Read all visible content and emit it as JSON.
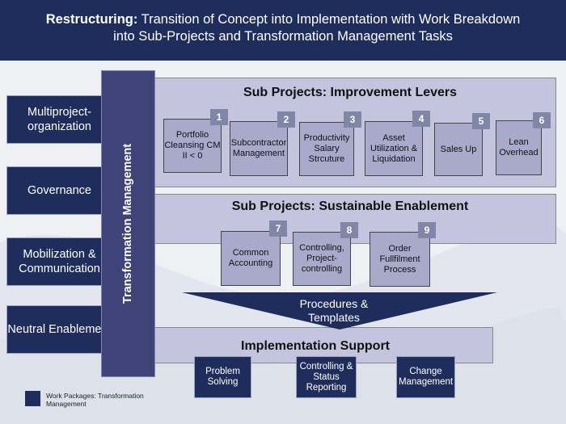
{
  "header": {
    "title_bold": "Restructuring:",
    "title_rest": "Transition of Concept into Implementation with Work Breakdown",
    "title_line2": "into Sub-Projects and Transformation Management Tasks"
  },
  "side_boxes": [
    "Multiproject-organization",
    "Governance",
    "Mobilization & Communication",
    "Neutral Enablement"
  ],
  "transformation_bar": "Transformation Management",
  "improvement": {
    "title": "Sub Projects: Improvement Levers",
    "levers": [
      {
        "num": "1",
        "label": "Portfolio Cleansing CM II < 0"
      },
      {
        "num": "2",
        "label": "Subcontractor Management"
      },
      {
        "num": "3",
        "label": "Productivity Salary Strcuture"
      },
      {
        "num": "4",
        "label": "Asset Utilization & Liquidation"
      },
      {
        "num": "5",
        "label": "Sales Up"
      },
      {
        "num": "6",
        "label": "Lean Overhead"
      }
    ]
  },
  "enablement": {
    "title": "Sub Projects: Sustainable Enablement",
    "items": [
      {
        "num": "7",
        "label": "Common Accounting"
      },
      {
        "num": "8",
        "label": "Controlling, Project-controlling"
      },
      {
        "num": "9",
        "label": "Order Fullfilment Process"
      }
    ]
  },
  "funnel_label": "Procedures & Templates",
  "implementation": {
    "title": "Implementation Support",
    "packages": [
      "Problem Solving",
      "Controlling & Status Reporting",
      "Change Management"
    ]
  },
  "legend": "Work Packages: Transformation Management",
  "colors": {
    "navy": "#1f2d5c",
    "band": "#c4c4de",
    "lever": "#a9a9cc",
    "number": "#7f86a6",
    "bar": "#3e4478"
  }
}
